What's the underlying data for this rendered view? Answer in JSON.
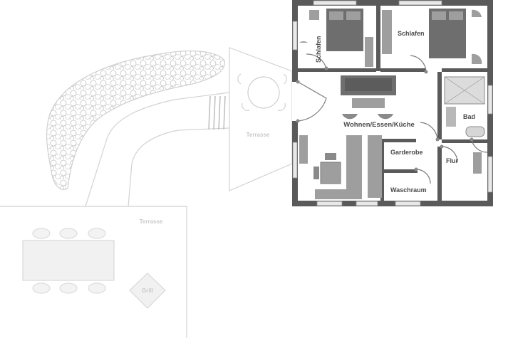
{
  "labels": {
    "schlafen_left": "Schlafen",
    "schlafen_right": "Schlafen",
    "wohnen": "Wohnen/Essen/Küche",
    "bad": "Bad",
    "garderobe": "Garderobe",
    "flur": "Flur",
    "waschraum": "Waschraum",
    "terrasse_upper": "Terrasse",
    "terrasse_lower": "Terrasse",
    "grill": "Grill"
  },
  "colors": {
    "wall": "#5a5a5a",
    "furniture": "#9e9e9e",
    "furniture_dark": "#6e6e6e",
    "outline": "#d2d2d2",
    "label": "#4a4a4a",
    "label_light": "#c9c9c9"
  }
}
